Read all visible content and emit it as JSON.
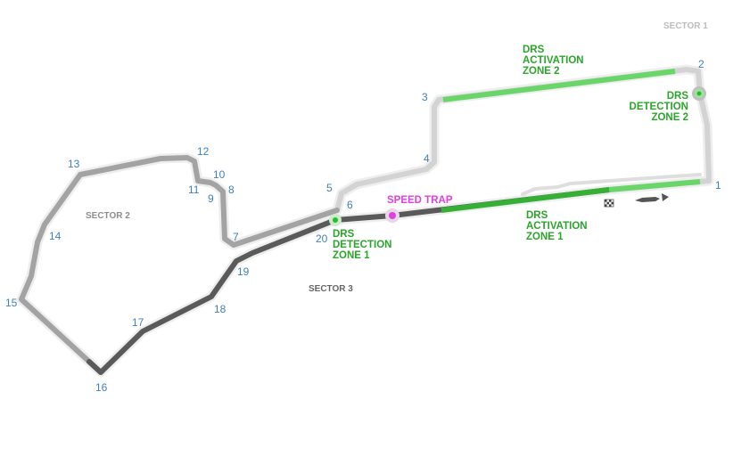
{
  "sectors": [
    {
      "label": "SECTOR 1",
      "color": "#d3d3d3"
    },
    {
      "label": "SECTOR 2",
      "color": "#a3a3a3"
    },
    {
      "label": "SECTOR 3",
      "color": "#5a5a5a"
    }
  ],
  "turns": [
    "1",
    "2",
    "3",
    "4",
    "5",
    "6",
    "7",
    "8",
    "9",
    "10",
    "11",
    "12",
    "13",
    "14",
    "15",
    "16",
    "17",
    "18",
    "19",
    "20"
  ],
  "drs_activation_1": [
    "DRS",
    "ACTIVATION",
    "ZONE 1"
  ],
  "drs_activation_2": [
    "DRS",
    "ACTIVATION",
    "ZONE 2"
  ],
  "drs_detection_1": [
    "DRS",
    "DETECTION",
    "ZONE 1"
  ],
  "drs_detection_2": [
    "DRS",
    "DETECTION",
    "ZONE 2"
  ],
  "speed_trap": "SPEED TRAP",
  "colors": {
    "drs_light": "#6ad66a",
    "drs_dark": "#35b035",
    "speed_trap": "#e040e0",
    "turn_label": "#3f7fbf"
  }
}
